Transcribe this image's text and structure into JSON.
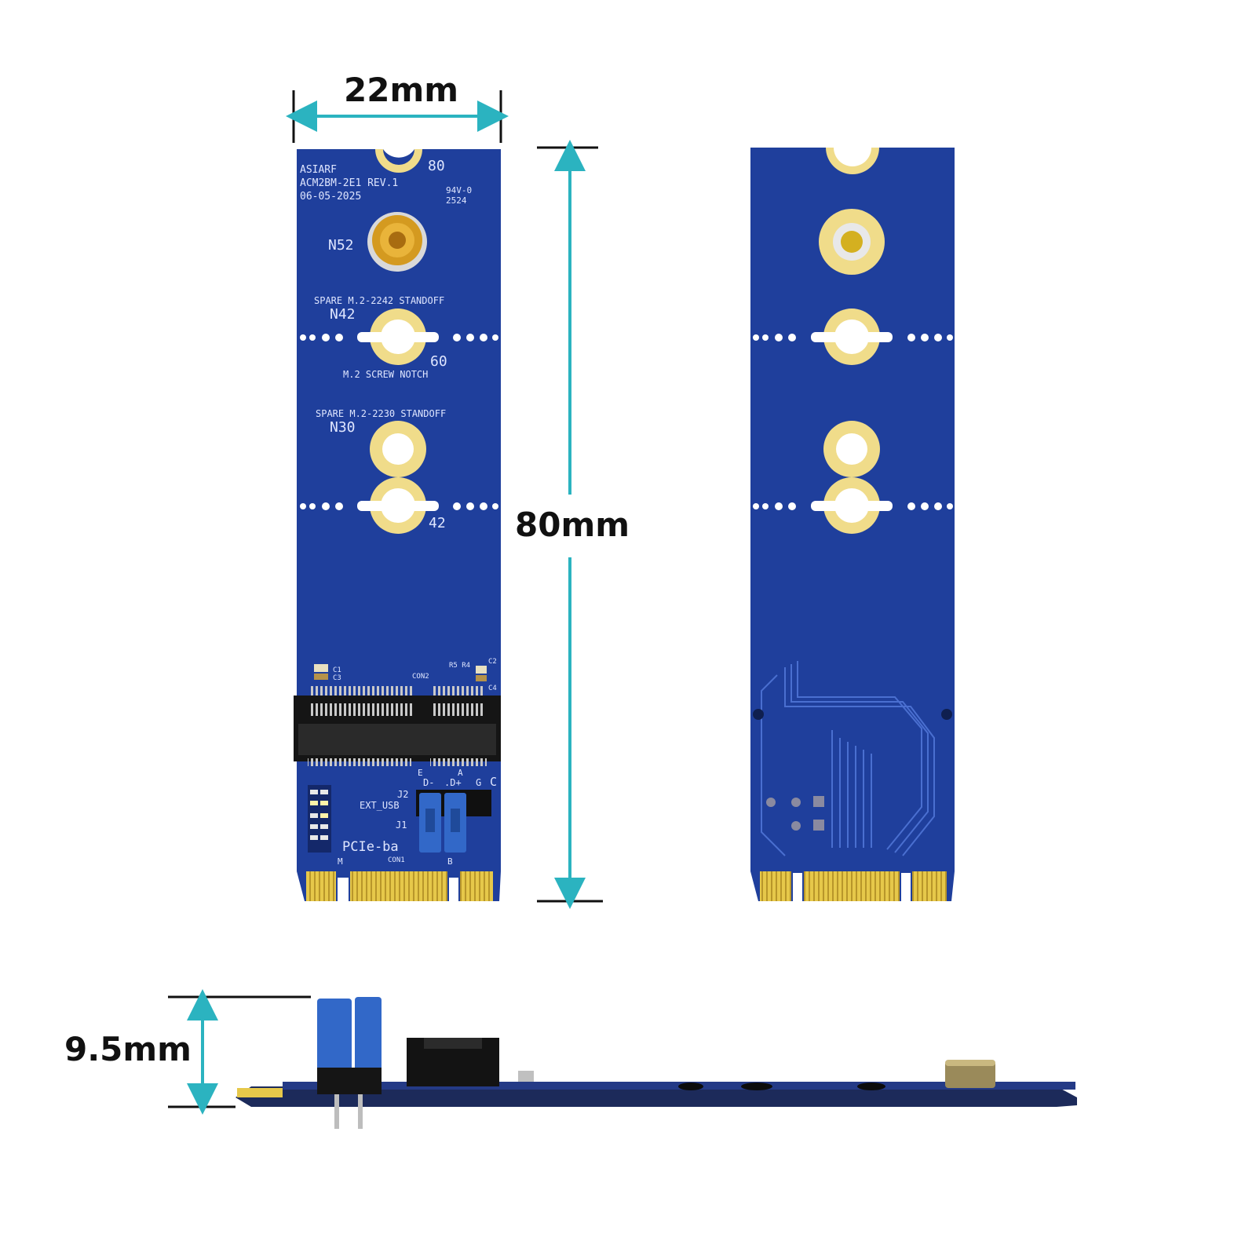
{
  "dimensions": {
    "width": "22mm",
    "length": "80mm",
    "height": "9.5mm"
  },
  "front_board": {
    "brand": "ASIARF",
    "model": "ACM2BM-2E1 REV.1",
    "date": "06-05-2025",
    "cert": "94V-0",
    "cert_code": "2524",
    "pos_80": "80",
    "pos_60": "60",
    "pos_42": "42",
    "n52": "N52",
    "n42": "N42",
    "n30": "N30",
    "spare_2242": "SPARE M.2-2242 STANDOFF",
    "screw_notch": "M.2 SCREW NOTCH",
    "spare_2230": "SPARE M.2-2230 STANDOFF",
    "c1": "C1",
    "c3": "C3",
    "con2": "CON2",
    "r5r4": "R5 R4",
    "c2": "C2",
    "c4": "C4",
    "pin_e": "E",
    "pin_a": "A",
    "pin_dm": "D-",
    "pin_dp": ".D+",
    "pin_g": "G",
    "pin_c": "C",
    "j2": "J2",
    "ext_usb": "EXT_USB",
    "j1": "J1",
    "pcie": "PCIe-ba",
    "key_m": "M",
    "con1": "CON1",
    "key_b": "B"
  },
  "colors": {
    "pcb": "#1f3f9c",
    "pcb_dark": "#18348a",
    "gold": "#e6c84a",
    "pad": "#f0dc8a",
    "dimension": "#2bb3c0",
    "jumper": "#3268c8"
  }
}
